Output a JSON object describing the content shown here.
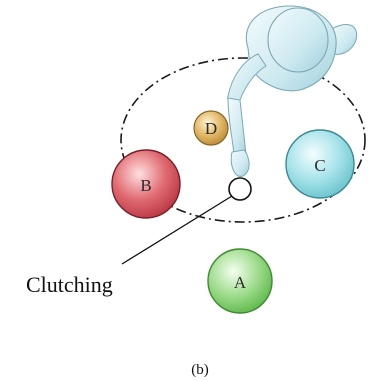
{
  "figure": {
    "caption_label": "Clutching",
    "panel_label": "(b)"
  },
  "targets": {
    "a": {
      "label": "A",
      "color": "#7fd16a"
    },
    "b": {
      "label": "B",
      "color": "#d9505a"
    },
    "c": {
      "label": "C",
      "color": "#8fd9e0"
    },
    "d": {
      "label": "D",
      "color": "#d9a954"
    }
  },
  "figure_colors": {
    "body": "#d6eef3",
    "body_outline": "#7aa9b3",
    "clutch_point": "#ffffff",
    "path": "#1a1a1a"
  }
}
